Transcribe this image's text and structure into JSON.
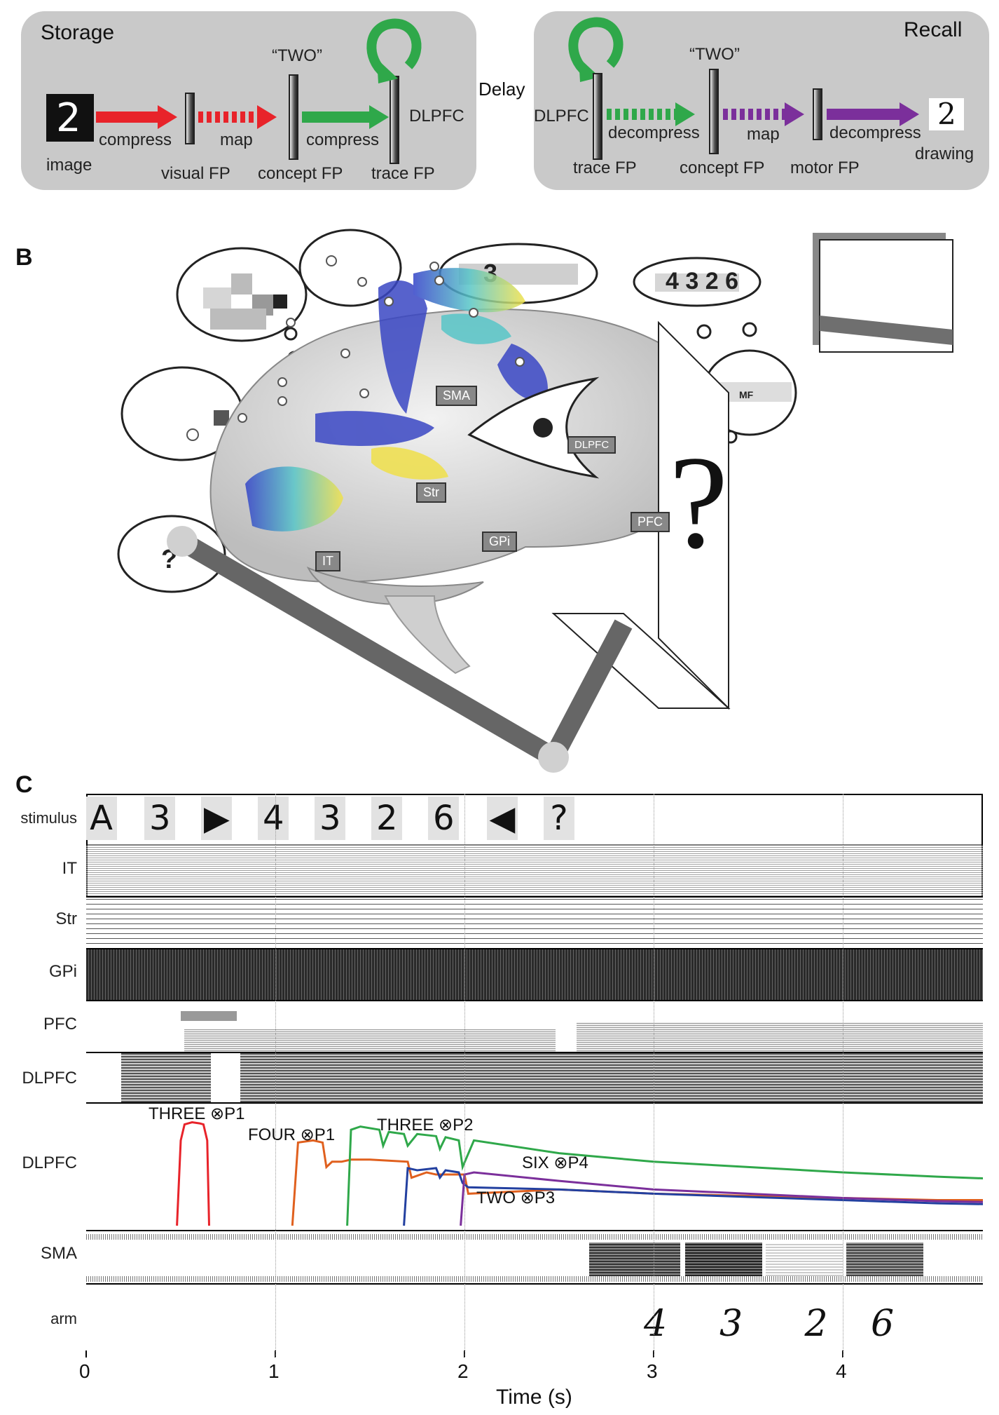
{
  "panel_a": {
    "storage": {
      "title": "Storage",
      "labels": {
        "image": "image",
        "compress1": "compress",
        "map": "map",
        "compress2": "compress",
        "two": "“TWO”",
        "dlpfc": "DLPFC",
        "visual_fp": "visual FP",
        "concept_fp": "concept FP",
        "trace_fp": "trace FP"
      }
    },
    "delay": "Delay",
    "recall": {
      "title": "Recall",
      "labels": {
        "dlpfc": "DLPFC",
        "decompress1": "decompress",
        "two": "“TWO”",
        "map": "map",
        "decompress2": "decompress",
        "drawing": "drawing",
        "trace_fp": "trace FP",
        "concept_fp": "concept FP",
        "motor_fp": "motor FP"
      }
    },
    "digit": "2",
    "colors": {
      "red": "#e8232a",
      "green": "#2fa84a",
      "purple": "#7b2f9b"
    }
  },
  "panel_b": {
    "letter": "B",
    "regions": {
      "sma": "SMA",
      "dlpfc": "DLPFC",
      "str": "Str",
      "gpi": "GPi",
      "pfc": "PFC",
      "it": "IT"
    },
    "thoughts": {
      "three": "3",
      "seq": "4 3 2 6",
      "mf": "MF",
      "q": "?"
    },
    "screen_char": "?"
  },
  "panel_c": {
    "letter": "C",
    "rows": {
      "stimulus": "stimulus",
      "it": "IT",
      "str": "Str",
      "gpi": "GPi",
      "pfc": "PFC",
      "dlpfc_raster": "DLPFC",
      "dlpfc_trace": "DLPFC",
      "sma": "SMA",
      "arm": "arm"
    },
    "stimuli": [
      "A",
      "3",
      "▶",
      "4",
      "3",
      "2",
      "6",
      "◀",
      "?"
    ],
    "annotations": {
      "three_p1": "THREE ⊗P1",
      "four_p1": "FOUR ⊗P1",
      "three_p2": "THREE ⊗P2",
      "six_p4": "SIX ⊗P4",
      "two_p3": "TWO ⊗P3"
    },
    "arm_digits": [
      "4",
      "3",
      "2",
      "6"
    ],
    "xaxis": {
      "label": "Time (s)",
      "ticks": [
        "0",
        "1",
        "2",
        "3",
        "4"
      ]
    }
  },
  "chart_data": {
    "type": "line",
    "title": "",
    "xlabel": "Time (s)",
    "ylabel": "DLPFC",
    "xlim": [
      0,
      4.8
    ],
    "x_ticks": [
      0,
      1,
      2,
      3,
      4
    ],
    "series": [
      {
        "name": "THREE ⊗P1",
        "color": "#e8232a",
        "x": [
          0.48,
          0.5,
          0.52,
          0.56,
          0.6,
          0.62,
          0.64,
          0.65
        ],
        "y": [
          0,
          0.8,
          0.95,
          0.97,
          0.96,
          0.95,
          0.8,
          0
        ]
      },
      {
        "name": "FOUR ⊗P1",
        "color": "#e0601e",
        "x": [
          1.09,
          1.12,
          1.2,
          1.25,
          1.27,
          1.3,
          1.35,
          1.4,
          1.5,
          1.7,
          1.72,
          1.8,
          1.85,
          2.0,
          2.02,
          2.5,
          3.0,
          3.5,
          4.0,
          4.5,
          4.8
        ],
        "y": [
          0,
          0.78,
          0.8,
          0.78,
          0.55,
          0.6,
          0.6,
          0.62,
          0.62,
          0.6,
          0.45,
          0.5,
          0.48,
          0.48,
          0.3,
          0.34,
          0.3,
          0.28,
          0.26,
          0.24,
          0.24
        ]
      },
      {
        "name": "THREE ⊗P2",
        "color": "#2fa84a",
        "x": [
          1.38,
          1.4,
          1.45,
          1.55,
          1.57,
          1.6,
          1.68,
          1.7,
          1.75,
          1.85,
          1.87,
          1.9,
          1.97,
          1.99,
          2.05,
          2.5,
          3.0,
          3.5,
          4.0,
          4.5,
          4.8
        ],
        "y": [
          0,
          0.9,
          0.93,
          0.9,
          0.75,
          0.88,
          0.86,
          0.75,
          0.86,
          0.84,
          0.72,
          0.83,
          0.8,
          0.55,
          0.8,
          0.68,
          0.6,
          0.55,
          0.5,
          0.46,
          0.44
        ]
      },
      {
        "name": "TWO ⊗P3",
        "color": "#2340a0",
        "x": [
          1.68,
          1.7,
          1.75,
          1.85,
          1.87,
          1.9,
          1.97,
          1.99,
          2.02,
          2.5,
          3.0,
          3.5,
          4.0,
          4.5,
          4.8
        ],
        "y": [
          0,
          0.54,
          0.52,
          0.54,
          0.45,
          0.52,
          0.5,
          0.4,
          0.36,
          0.34,
          0.3,
          0.27,
          0.24,
          0.21,
          0.2
        ]
      },
      {
        "name": "SIX ⊗P4",
        "color": "#7b2f9b",
        "x": [
          1.98,
          2.0,
          2.05,
          2.5,
          3.0,
          3.5,
          4.0,
          4.5,
          4.8
        ],
        "y": [
          0,
          0.48,
          0.5,
          0.42,
          0.34,
          0.3,
          0.26,
          0.23,
          0.22
        ]
      }
    ]
  }
}
